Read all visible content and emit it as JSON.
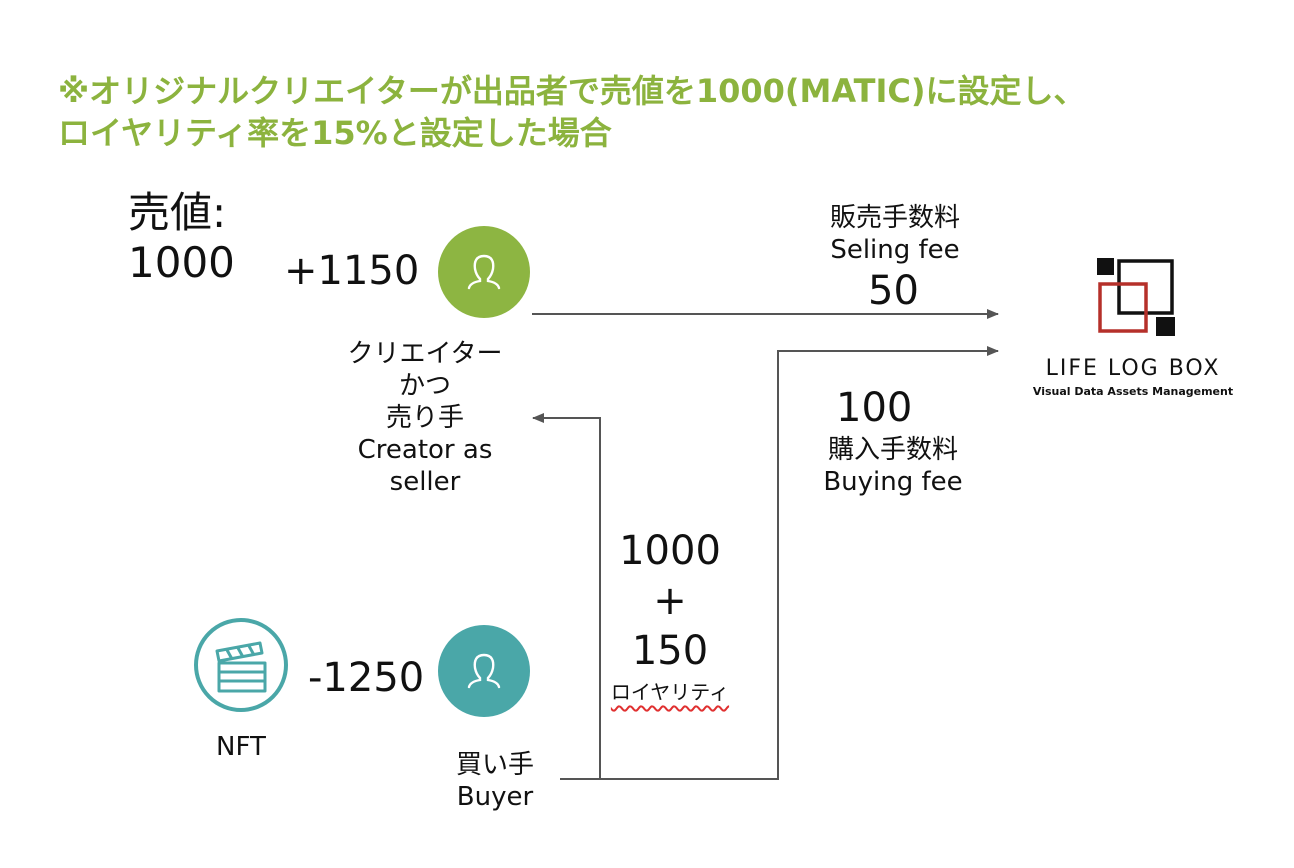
{
  "note": {
    "line1": "※オリジナルクリエイターが出品者で売値を1000(MATIC)に設定し、",
    "line2": "ロイヤリティ率を15%と設定した場合"
  },
  "price": {
    "label": "売値:",
    "value": "1000"
  },
  "creator": {
    "amount": "+1150",
    "label_lines": [
      "クリエイター",
      "かつ",
      "売り手",
      "Creator as",
      "seller"
    ],
    "color": "#8db542"
  },
  "buyer": {
    "amount": "-1250",
    "label_lines": [
      "買い手",
      "Buyer"
    ],
    "color": "#4aa7a8"
  },
  "nft": {
    "label": "NFT",
    "icon": "clapperboard-icon",
    "color": "#4aa7a8"
  },
  "selling_fee": {
    "label_jp": "販売手数料",
    "label_en": "Seling fee",
    "value": "50"
  },
  "buying_fee": {
    "value": "100",
    "label_jp": "購入手数料",
    "label_en": "Buying fee"
  },
  "payment": {
    "line1": "1000",
    "line2": "+",
    "line3": "150",
    "royalty_label": "ロイヤリティ"
  },
  "logo": {
    "name": "LIFE LOG BOX",
    "tagline": "Visual Data Assets Management",
    "accent_color": "#b5302a"
  }
}
